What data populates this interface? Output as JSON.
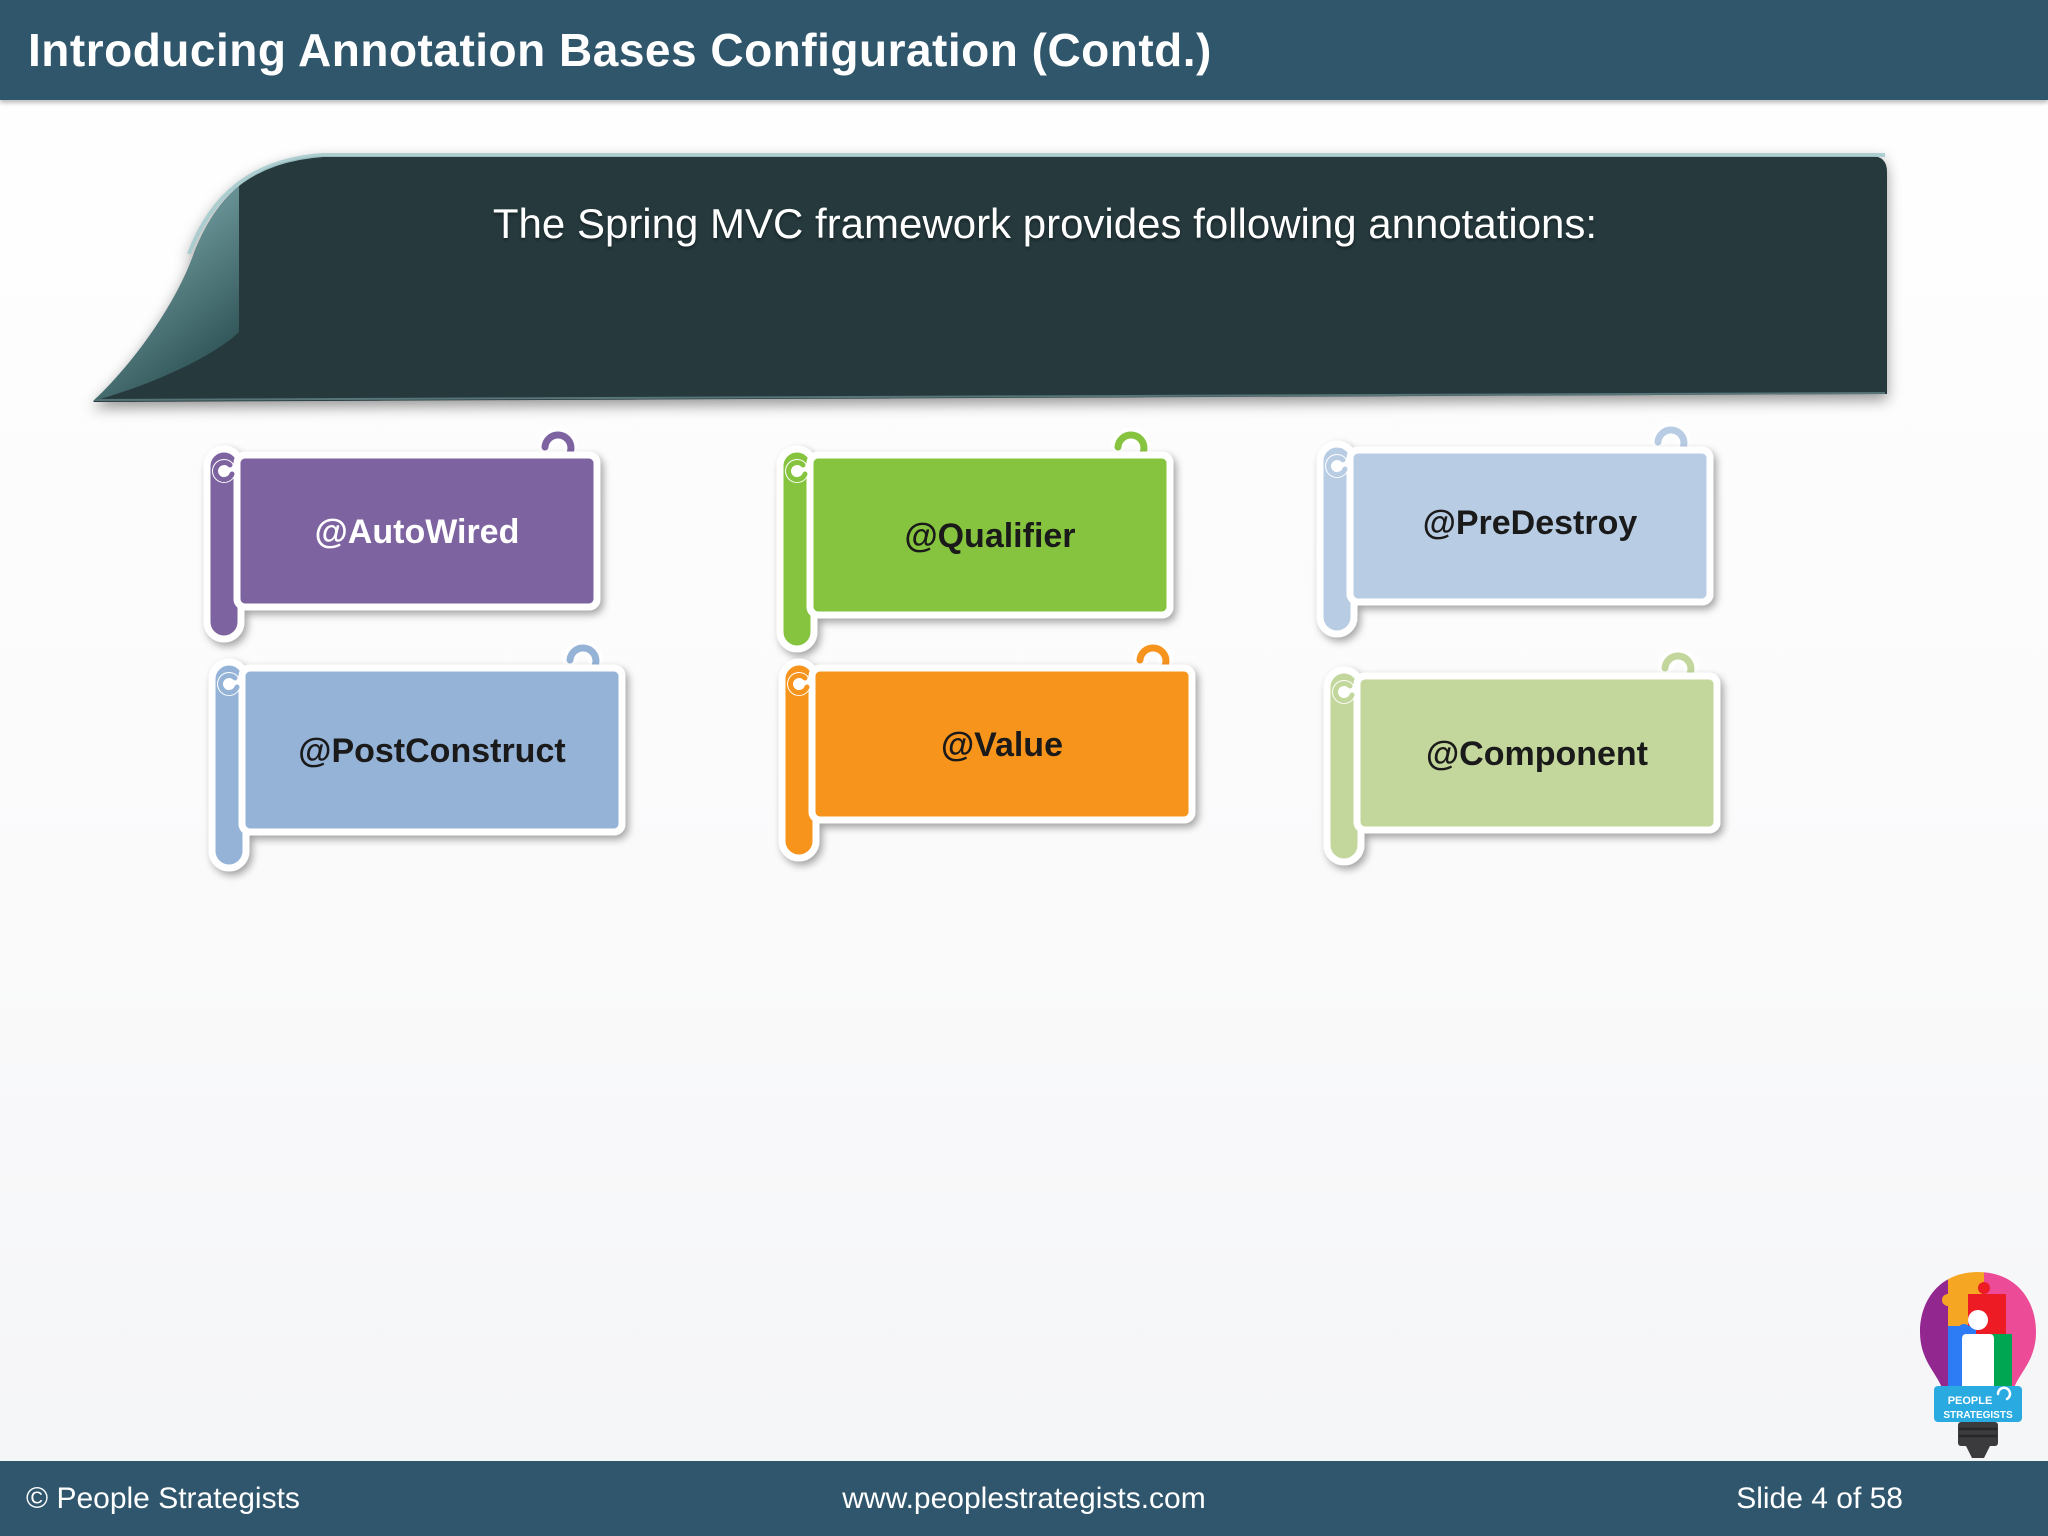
{
  "header": {
    "title": "Introducing Annotation Bases Configuration (Contd.)"
  },
  "banner": {
    "text": "The Spring MVC framework provides following annotations:"
  },
  "annotations": [
    {
      "label": "@AutoWired",
      "color": "#7D63A0",
      "text_color": "#ffffff"
    },
    {
      "label": "@Qualifier",
      "color": "#86C440",
      "text_color": "#1a1a1a"
    },
    {
      "label": "@PreDestroy",
      "color": "#B8CCE4",
      "text_color": "#1a1a1a"
    },
    {
      "label": "@PostConstruct",
      "color": "#95B3D7",
      "text_color": "#1a1a1a"
    },
    {
      "label": "@Value",
      "color": "#F7941E",
      "text_color": "#1a1a1a"
    },
    {
      "label": "@Component",
      "color": "#C3D69B",
      "text_color": "#1a1a1a"
    }
  ],
  "footer": {
    "copyright": "© People Strategists",
    "website": "www.peoplestrategists.com",
    "slide_info": "Slide 4 of 58"
  },
  "logo": {
    "name": "people-strategists-lightbulb-logo",
    "line1": "PEOPLE",
    "line2": "STRATEGISTS"
  },
  "colors": {
    "header_bg": "#30566C",
    "footer_bg": "#2F566C",
    "banner_bg": "#263A3E",
    "banner_fold_light": "#8FBEC1",
    "banner_fold_dark": "#2F5356",
    "banner_highlight": "#A6CBCD"
  }
}
